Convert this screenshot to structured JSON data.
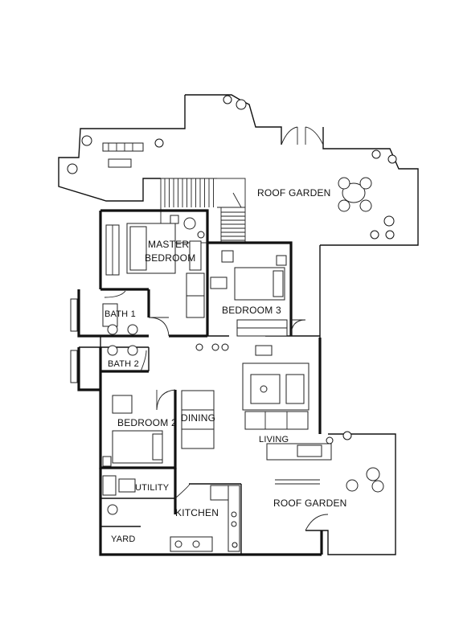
{
  "floor_plan": {
    "rooms": {
      "roof_garden_top": "ROOF GARDEN",
      "master_bedroom_line1": "MASTER",
      "master_bedroom_line2": "BEDROOM",
      "bedroom_3": "BEDROOM 3",
      "bath_1": "BATH 1",
      "bath_2": "BATH 2",
      "bedroom_2": "BEDROOM 2",
      "dining": "DINING",
      "living": "LIVING",
      "utility": "UTILITY",
      "kitchen": "KITCHEN",
      "yard": "YARD",
      "roof_garden_bottom": "ROOF GARDEN"
    }
  }
}
